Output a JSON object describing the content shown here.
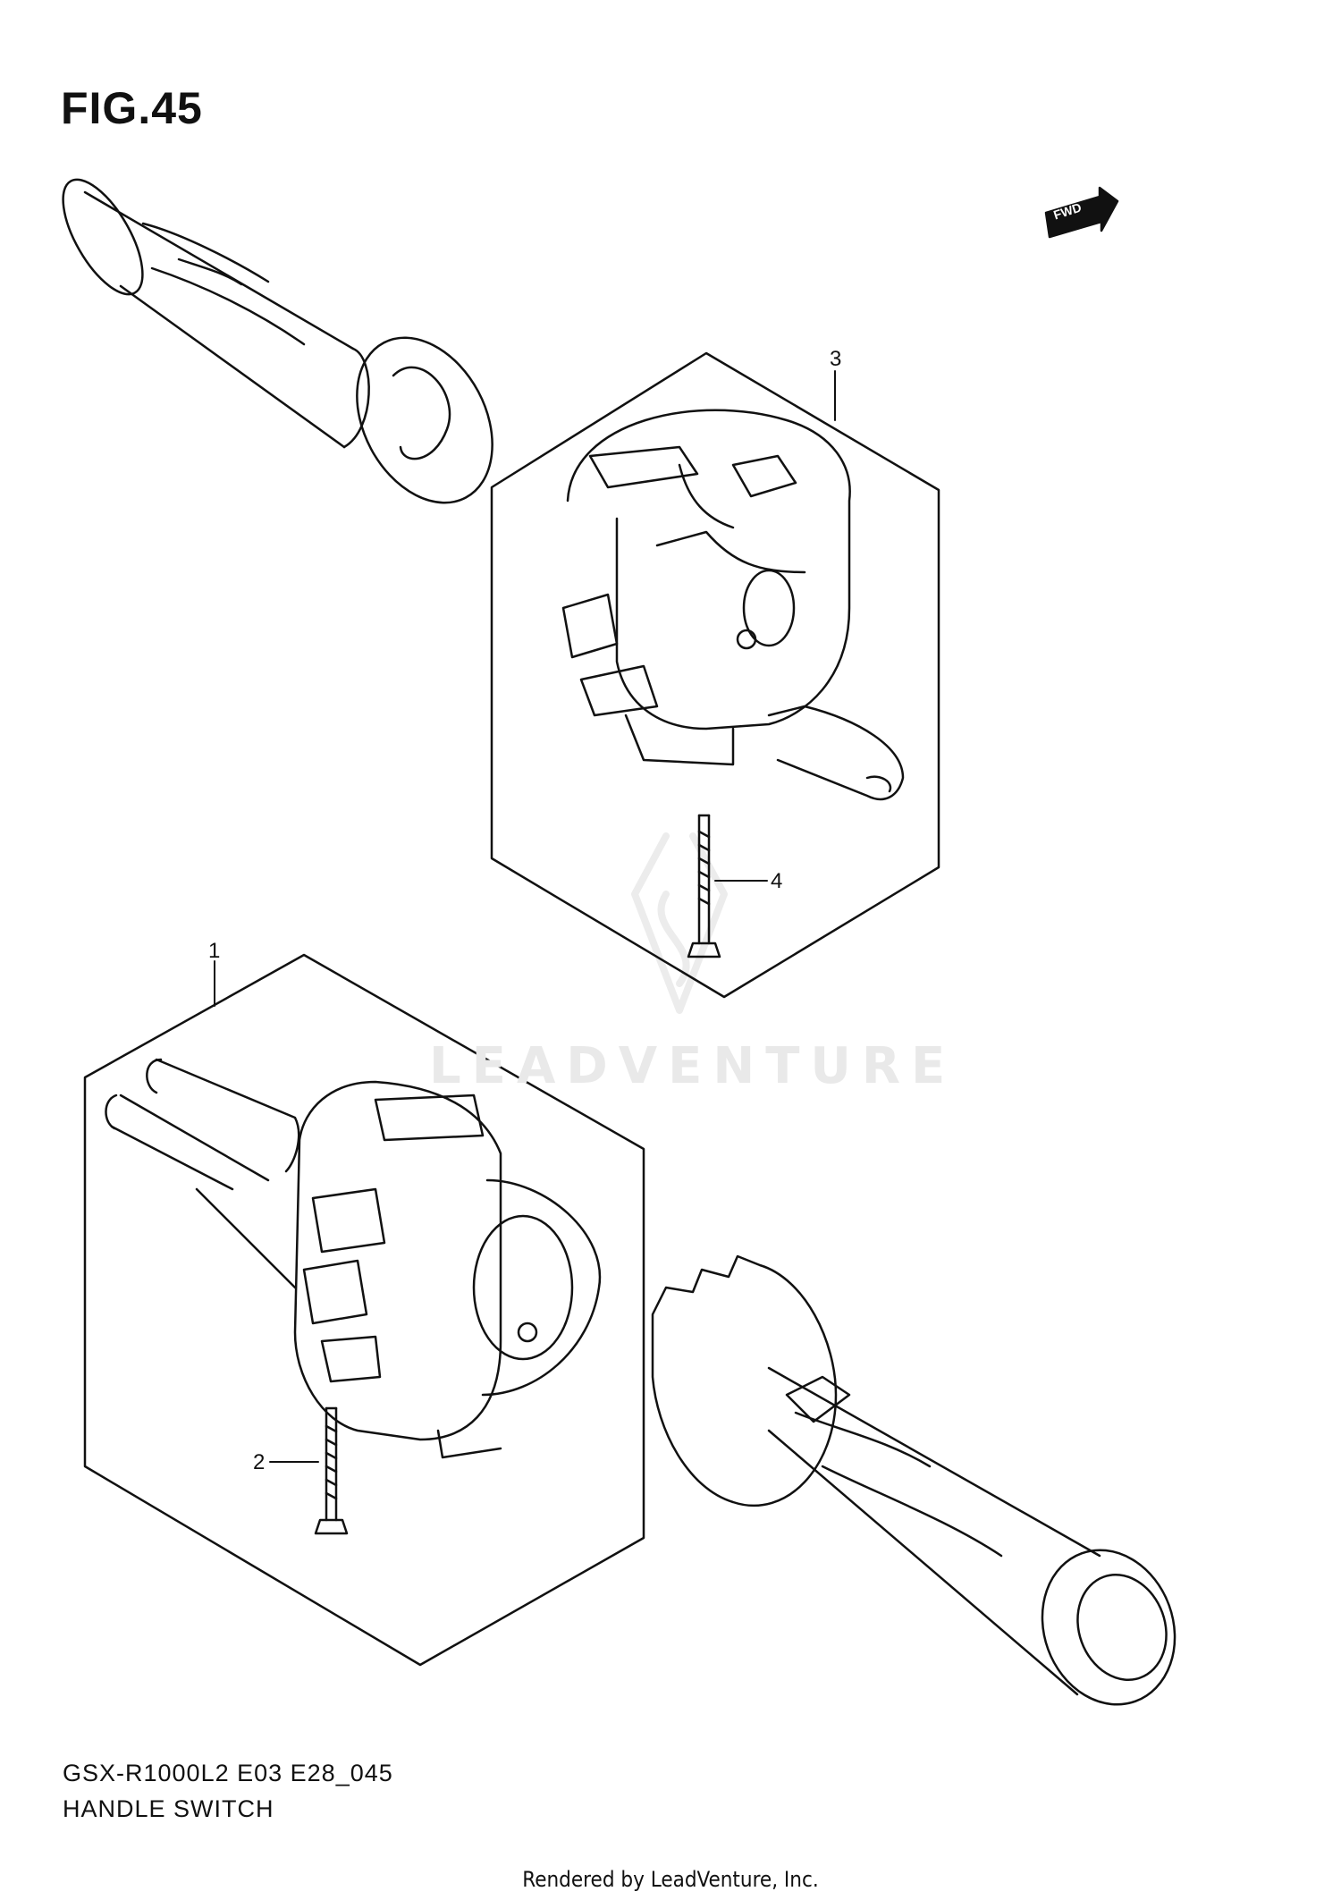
{
  "figure": {
    "title": "FIG.45"
  },
  "callouts": {
    "c1": "1",
    "c2": "2",
    "c3": "3",
    "c4": "4"
  },
  "fwd_marker": {
    "label": "FWD"
  },
  "footer": {
    "model": "GSX-R1000L2 E03 E28_045",
    "section": "HANDLE SWITCH",
    "rendered_by": "Rendered by LeadVenture, Inc."
  },
  "watermark": {
    "text": "LEADVENTURE"
  },
  "colors": {
    "line": "#111111",
    "watermark": "#e9e9e9",
    "background": "#ffffff"
  }
}
